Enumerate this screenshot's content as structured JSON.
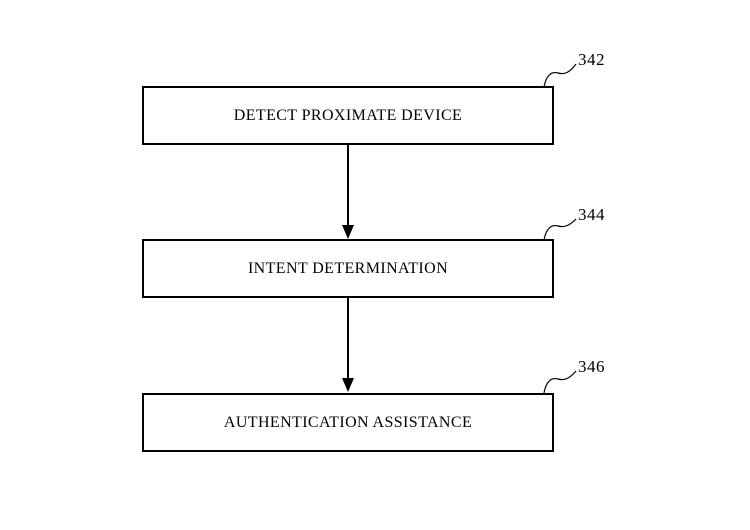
{
  "figure": {
    "type": "flowchart",
    "background_color": "#ffffff",
    "line_color": "#000000",
    "steps": [
      {
        "label": "DETECT PROXIMATE DEVICE",
        "ref": "342"
      },
      {
        "label": "INTENT DETERMINATION",
        "ref": "344"
      },
      {
        "label": "AUTHENTICATION ASSISTANCE",
        "ref": "346"
      }
    ],
    "connectors": [
      {
        "from": "342",
        "to": "344",
        "style": "arrow-down"
      },
      {
        "from": "344",
        "to": "346",
        "style": "arrow-down"
      }
    ]
  }
}
